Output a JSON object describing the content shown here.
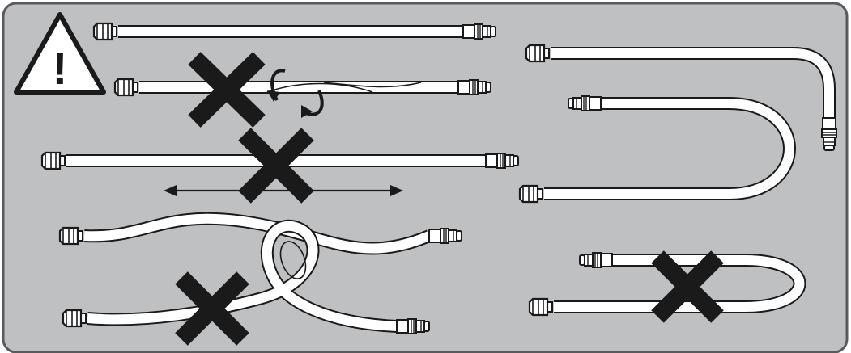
{
  "warning": {
    "symbol": "!",
    "icon": "warning-triangle-icon"
  },
  "colors": {
    "panel": "#bfc0c2",
    "panel_border": "#5a5a5c",
    "hose_fill": "#ffffff",
    "outline": "#1a1a1a",
    "cross": "#1a1a1a"
  },
  "panels": [
    {
      "id": "straight-hose",
      "status": "correct"
    },
    {
      "id": "twisted-hose",
      "status": "incorrect",
      "icon": "twist-arrow-icon"
    },
    {
      "id": "stretched-hose",
      "status": "incorrect",
      "icon": "double-arrow-icon"
    },
    {
      "id": "curved-hose",
      "status": "correct"
    },
    {
      "id": "looped-hose",
      "status": "incorrect"
    },
    {
      "id": "l-bend-hose",
      "status": "correct"
    },
    {
      "id": "u-bend-hose",
      "status": "correct"
    },
    {
      "id": "tight-bend-hose",
      "status": "incorrect"
    }
  ]
}
